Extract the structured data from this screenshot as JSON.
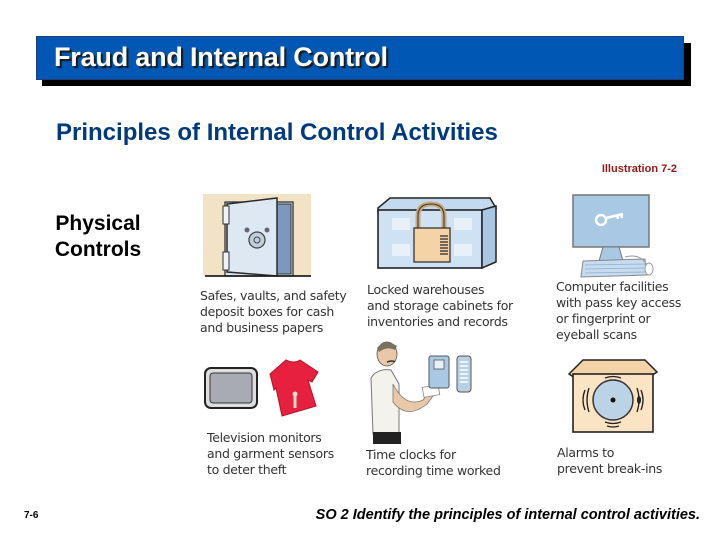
{
  "header": {
    "title": "Fraud and Internal Control",
    "bar_color": "#0057b4"
  },
  "subtitle": "Principles of Internal Control Activities",
  "illustration_ref": "Illustration 7-2",
  "section": {
    "label_line1": "Physical",
    "label_line2": "Controls"
  },
  "items": [
    {
      "icon": "safe-vault-icon",
      "caption": "Safes, vaults, and safety\ndeposit boxes for cash\nand business papers"
    },
    {
      "icon": "locked-warehouse-icon",
      "caption": "Locked warehouses\nand storage cabinets for\ninventories and records"
    },
    {
      "icon": "computer-key-icon",
      "caption": "Computer facilities\nwith pass key access\nor fingerprint or\neyeball scans"
    },
    {
      "icon": "tv-garment-sensor-icon",
      "caption": "Television monitors\nand garment sensors\nto deter theft"
    },
    {
      "icon": "time-clock-icon",
      "caption": "Time clocks for\nrecording time worked"
    },
    {
      "icon": "alarm-bell-icon",
      "caption": "Alarms to\nprevent break-ins"
    }
  ],
  "footer": {
    "page_number": "7-6",
    "objective": "SO 2  Identify the principles of internal control activities."
  }
}
